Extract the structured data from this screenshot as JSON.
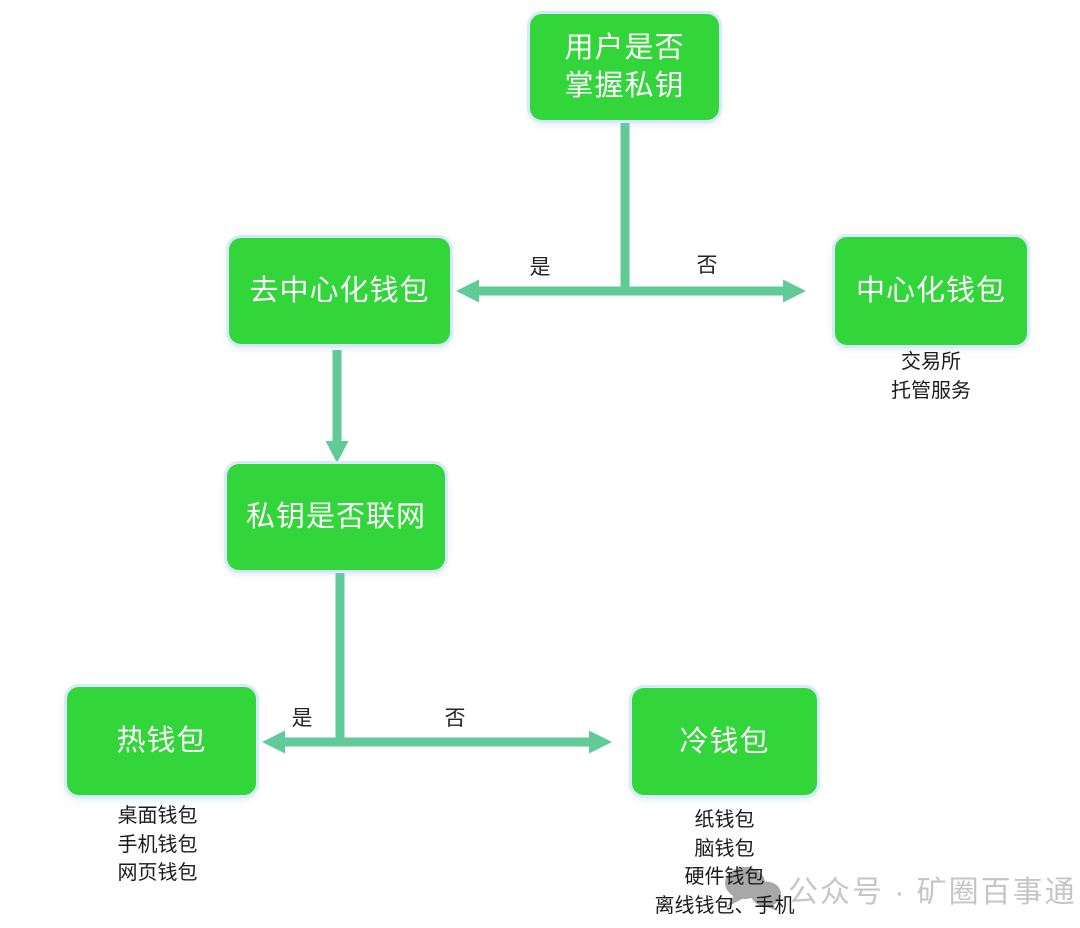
{
  "diagram": {
    "title_implied": "钱包类型判断流程",
    "nodes": {
      "root": {
        "label": "用户是否\n掌握私钥"
      },
      "decentralized": {
        "label": "去中心化钱包"
      },
      "centralized": {
        "label": "中心化钱包",
        "sub": [
          "交易所",
          "托管服务"
        ]
      },
      "private_key_online": {
        "label": "私钥是否联网"
      },
      "hot": {
        "label": "热钱包",
        "sub": [
          "桌面钱包",
          "手机钱包",
          "网页钱包"
        ]
      },
      "cold": {
        "label": "冷钱包",
        "sub": [
          "纸钱包",
          "脑钱包",
          "硬件钱包",
          "离线钱包、手机"
        ]
      }
    },
    "edge_labels": {
      "top_yes": "是",
      "top_no": "否",
      "bottom_yes": "是",
      "bottom_no": "否"
    },
    "colors": {
      "node_fill": "#33d63a",
      "node_text": "#ffffff",
      "node_halo": "#d7e9fb",
      "edge": "#61cb98",
      "sublabel_text": "#1b1b1b",
      "watermark_text": "#c6c6c6",
      "watermark_icon": "#a8a8a8"
    }
  },
  "watermark": {
    "text": "公众号 · 矿圈百事通",
    "icon": "wechat-chat-bubbles-icon"
  }
}
